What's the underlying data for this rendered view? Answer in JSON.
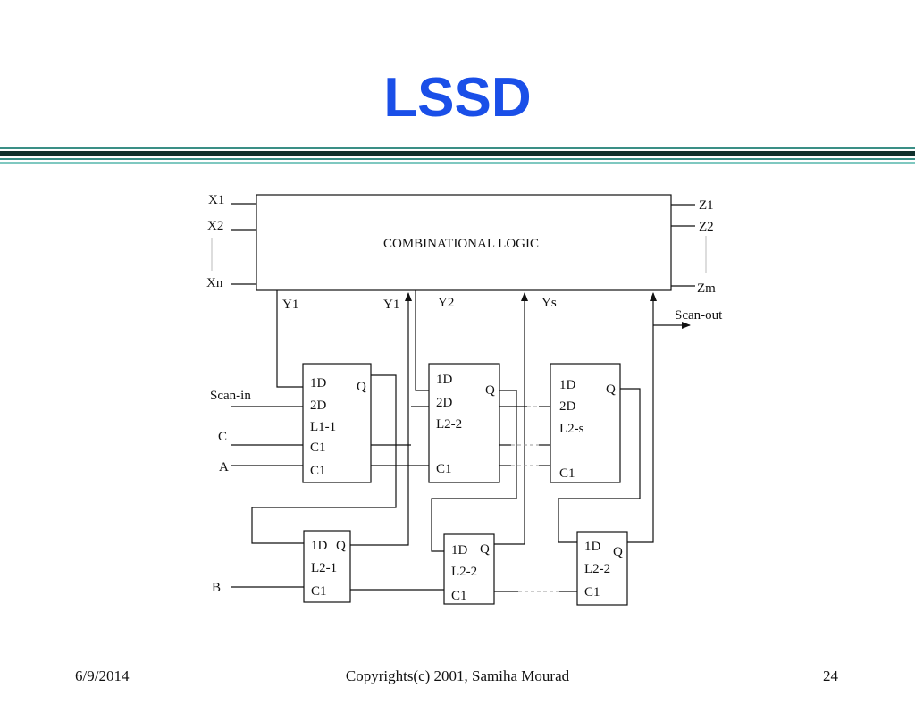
{
  "slide": {
    "title": "LSSD",
    "footer_date": "6/9/2014",
    "footer_copyright": "Copyrights(c) 2001, Samiha Mourad",
    "page_number": "24"
  },
  "diagram": {
    "logic_block": "COMBINATIONAL LOGIC",
    "inputs": {
      "x1": "X1",
      "x2": "X2",
      "xn": "Xn"
    },
    "outputs": {
      "z1": "Z1",
      "z2": "Z2",
      "zm": "Zm"
    },
    "state_lines": {
      "y1_out": "Y1",
      "y1_in": "Y1",
      "y2": "Y2",
      "ys": "Ys"
    },
    "signals": {
      "scan_in": "Scan-in",
      "scan_out": "Scan-out",
      "c": "C",
      "a": "A",
      "b": "B"
    },
    "latch_l1_1": {
      "d1": "1D",
      "d2": "2D",
      "name": "L1-1",
      "c1a": "C1",
      "c1b": "C1",
      "q": "Q"
    },
    "latch_l2_2_top": {
      "d1": "1D",
      "d2": "2D",
      "name": "L2-2",
      "c1": "C1",
      "q": "Q"
    },
    "latch_l2_s": {
      "d1": "1D",
      "d2": "2D",
      "name": "L2-s",
      "c1": "C1",
      "q": "Q"
    },
    "latch_l2_1": {
      "d1": "1D",
      "q": "Q",
      "name": "L2-1",
      "c1": "C1"
    },
    "latch_l2_2_bottom": {
      "d1": "1D",
      "q": "Q",
      "name": "L2-2",
      "c1": "C1"
    },
    "latch_l2_2_right": {
      "d1": "1D",
      "q": "Q",
      "name": "L2-2",
      "c1": "C1"
    }
  }
}
